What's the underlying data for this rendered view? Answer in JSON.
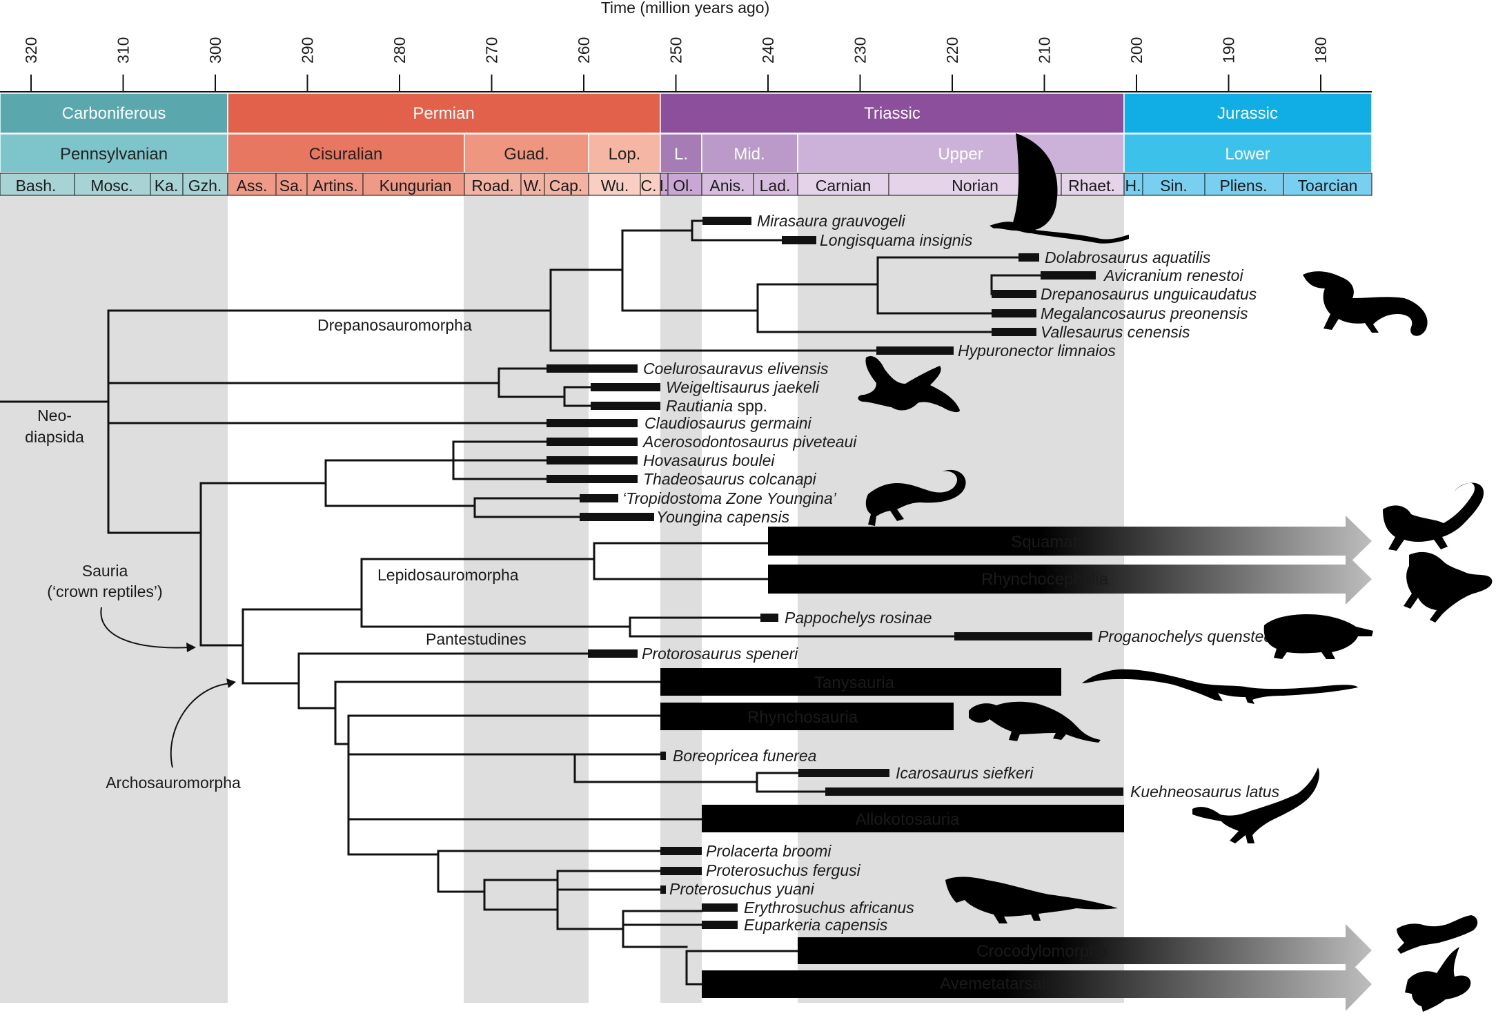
{
  "figure": {
    "axis_title": "Time (million years ago)",
    "ticks": [
      "320",
      "310",
      "300",
      "290",
      "280",
      "270",
      "260",
      "250",
      "240",
      "230",
      "220",
      "210",
      "200",
      "190",
      "180"
    ]
  },
  "periods": [
    "Carboniferous",
    "Permian",
    "Triassic",
    "Jurassic"
  ],
  "epochs": [
    "Pennsylvanian",
    "Cisuralian",
    "Guad.",
    "Lop.",
    "L.",
    "Mid.",
    "Upper",
    "Lower"
  ],
  "stages": [
    "Bash.",
    "Mosc.",
    "Ka.",
    "Gzh.",
    "Ass.",
    "Sa.",
    "Artins.",
    "Kungurian",
    "Road.",
    "W.",
    "Cap.",
    "Wu.",
    "C.",
    "I.",
    "Ol.",
    "Anis.",
    "Lad.",
    "Carnian",
    "Norian",
    "Rhaet.",
    "H.",
    "Sin.",
    "Pliens.",
    "Toarcian"
  ],
  "colors": {
    "carboniferous": "#5aa8ad",
    "permian": "#e2614a",
    "triassic": "#8b4f9b",
    "jurassic": "#10aee4",
    "shade": "#dedede",
    "branch": "#111111"
  },
  "taxa": [
    {
      "id": "mira",
      "name": "Mirasaura grauvogeli"
    },
    {
      "id": "longi",
      "name": "Longisquama insignis"
    },
    {
      "id": "dolab",
      "name": "Dolabrosaurus aquatilis"
    },
    {
      "id": "avic",
      "name": "Avicranium renestoi"
    },
    {
      "id": "drep",
      "name": "Drepanosaurus unguicaudatus"
    },
    {
      "id": "mega",
      "name": "Megalancosaurus preonensis"
    },
    {
      "id": "vall",
      "name": "Vallesaurus cenensis"
    },
    {
      "id": "hypu",
      "name": "Hypuronector limnaios"
    },
    {
      "id": "coel",
      "name": "Coelurosauravus elivensis"
    },
    {
      "id": "weig",
      "name": "Weigeltisaurus jaekeli"
    },
    {
      "id": "raut",
      "name": "Rautiania",
      "suffix": " spp."
    },
    {
      "id": "clau",
      "name": "Claudiosaurus germaini"
    },
    {
      "id": "acer",
      "name": "Acerosodontosaurus piveteaui"
    },
    {
      "id": "hova",
      "name": "Hovasaurus boulei"
    },
    {
      "id": "thad",
      "name": "Thadeosaurus colcanapi"
    },
    {
      "id": "trop",
      "name": "‘Tropidostoma Zone Youngina’"
    },
    {
      "id": "youn",
      "name": "Youngina capensis"
    },
    {
      "id": "papp",
      "name": "Pappochelys rosinae"
    },
    {
      "id": "prog",
      "name": "Proganochelys quenstedti"
    },
    {
      "id": "prot",
      "name": "Protorosaurus speneri"
    },
    {
      "id": "bore",
      "name": "Boreopricea funerea"
    },
    {
      "id": "icar",
      "name": "Icarosaurus siefkeri"
    },
    {
      "id": "kueh",
      "name": "Kuehneosaurus latus"
    },
    {
      "id": "prol",
      "name": "Prolacerta broomi"
    },
    {
      "id": "pfer",
      "name": "Proterosuchus fergusi"
    },
    {
      "id": "pyua",
      "name": "Proterosuchus yuani"
    },
    {
      "id": "eryt",
      "name": "Erythrosuchus africanus"
    },
    {
      "id": "eupa",
      "name": "Euparkeria capensis"
    }
  ],
  "lineage_bars": {
    "squamata": "Squamata",
    "rhynchocephalia": "Rhynchocephalia",
    "tanysauria": "Tanysauria",
    "rhynchosauria": "Rhynchosauria",
    "allokotosauria": "Allokotosauria",
    "crocodylomorpha": "Crocodylomorpha",
    "avemetatarsalia": "Avemetatarsalia"
  },
  "clade_labels": {
    "drepanosauromorpha": "Drepanosauromorpha",
    "neodiapsida_1": "Neo-",
    "neodiapsida_2": "diapsida",
    "sauria_1": "Sauria",
    "sauria_2": "(‘crown reptiles’)",
    "lepidosauromorpha": "Lepidosauromorpha",
    "pantestudines": "Pantestudines",
    "archosauromorpha": "Archosauromorpha"
  },
  "silhouettes": [
    "bird-silhouette",
    "longisquama-silhouette",
    "drepanosaur-silhouette",
    "weigeltisaur-silhouette",
    "lizard-silhouette",
    "squamate-silhouette",
    "tuatara-silhouette",
    "turtle-silhouette",
    "tanystropheus-silhouette",
    "rhynchosaur-silhouette",
    "kuehneosaur-silhouette",
    "erythrosuchid-silhouette",
    "crocodile-silhouette"
  ]
}
